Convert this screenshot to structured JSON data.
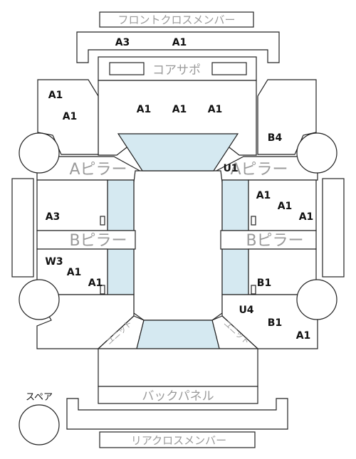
{
  "labels": {
    "front_cross_member": "フロントクロスメンバー",
    "core_support": "コアサポ",
    "a_pillar_left": "Aピラー",
    "a_pillar_right": "Aピラー",
    "b_pillar_left": "Bピラー",
    "b_pillar_right": "Bピラー",
    "unit_left": "ユニット",
    "unit_right": "ユニット",
    "back_panel": "バックパネル",
    "rear_cross_member": "リアクロスメンバー",
    "spare": "スペア"
  },
  "grades": {
    "front_member_left": "A3",
    "front_member_right": "A1",
    "front_left_fender_1": "A1",
    "front_left_fender_2": "A1",
    "hood_1": "A1",
    "hood_2": "A1",
    "hood_3": "A1",
    "front_right_fender": "B4",
    "right_a_pillar_area": "U1",
    "front_right_door_1": "A1",
    "front_right_door_2": "A1",
    "front_right_door_3": "A1",
    "front_left_door": "A3",
    "rear_left_door_1": "W3",
    "rear_left_door_2": "A1",
    "rear_left_door_3": "A1",
    "rear_right_door": "B1",
    "rear_right_quarter_1": "U4",
    "rear_right_quarter_2": "B1",
    "rear_right_quarter_3": "A1"
  },
  "colors": {
    "glass": "#d5e9f1",
    "outline": "#222222",
    "label_grey": "#9a9a9a"
  }
}
